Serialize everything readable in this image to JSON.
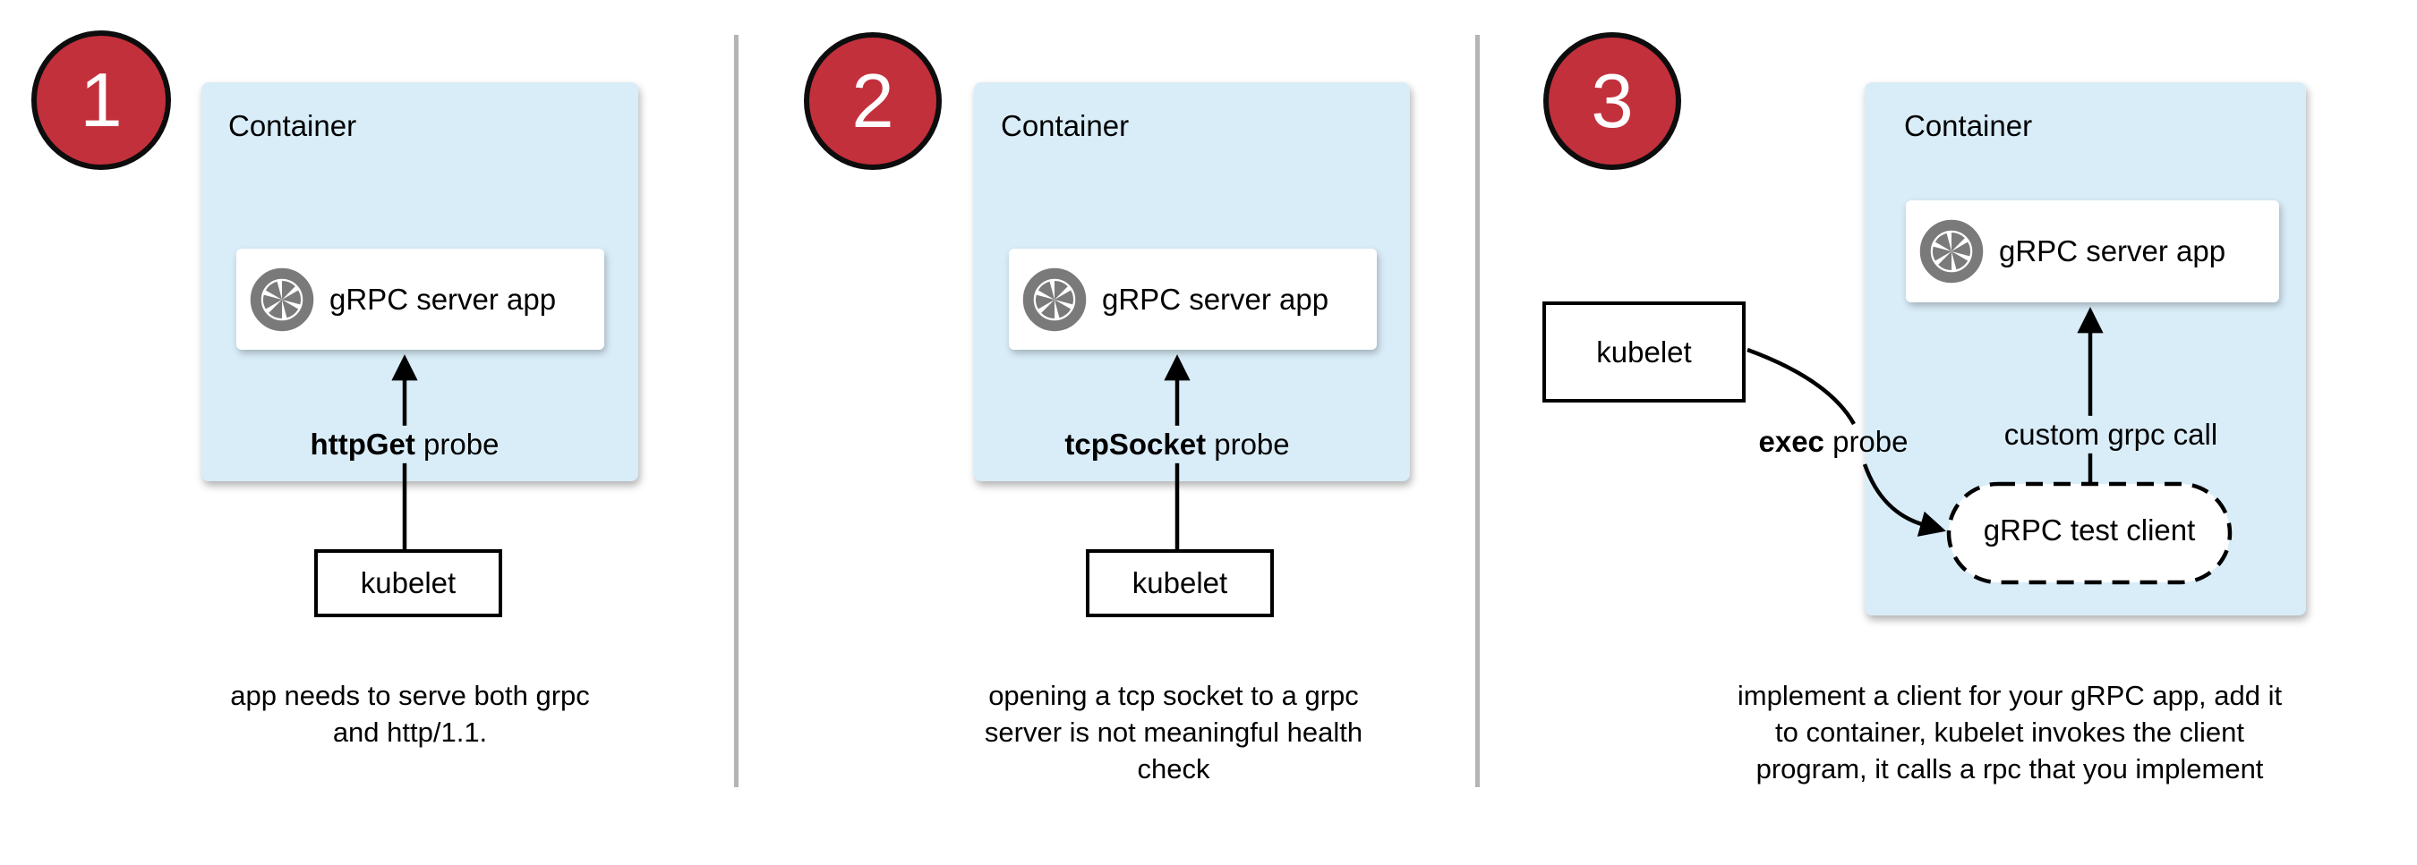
{
  "colors": {
    "step_badge_red": "#c2303c",
    "container_blue": "#d9edf9",
    "icon_gray": "#7a7a7a",
    "divider_gray": "#b4b4b4",
    "line_black": "#000000"
  },
  "panels": [
    {
      "number": "1",
      "container_label": "Container",
      "app_label": "gRPC server app",
      "probe_bold": "httpGet",
      "probe_rest": " probe",
      "kubelet_label": "kubelet",
      "caption_lines": [
        "app needs to serve both grpc",
        "and http/1.1."
      ]
    },
    {
      "number": "2",
      "container_label": "Container",
      "app_label": "gRPC server app",
      "probe_bold": "tcpSocket",
      "probe_rest": " probe",
      "kubelet_label": "kubelet",
      "caption_lines": [
        "opening a tcp socket to a grpc",
        "server is not meaningful health",
        "check"
      ]
    },
    {
      "number": "3",
      "container_label": "Container",
      "app_label": "gRPC server app",
      "exec_bold": "exec",
      "exec_rest": " probe",
      "grpc_call_label": "custom grpc call",
      "test_client_label": "gRPC test client",
      "kubelet_label": "kubelet",
      "caption_lines": [
        "implement a client for your gRPC app, add it",
        "to container, kubelet invokes the client",
        "program, it calls a rpc that you implement"
      ]
    }
  ]
}
